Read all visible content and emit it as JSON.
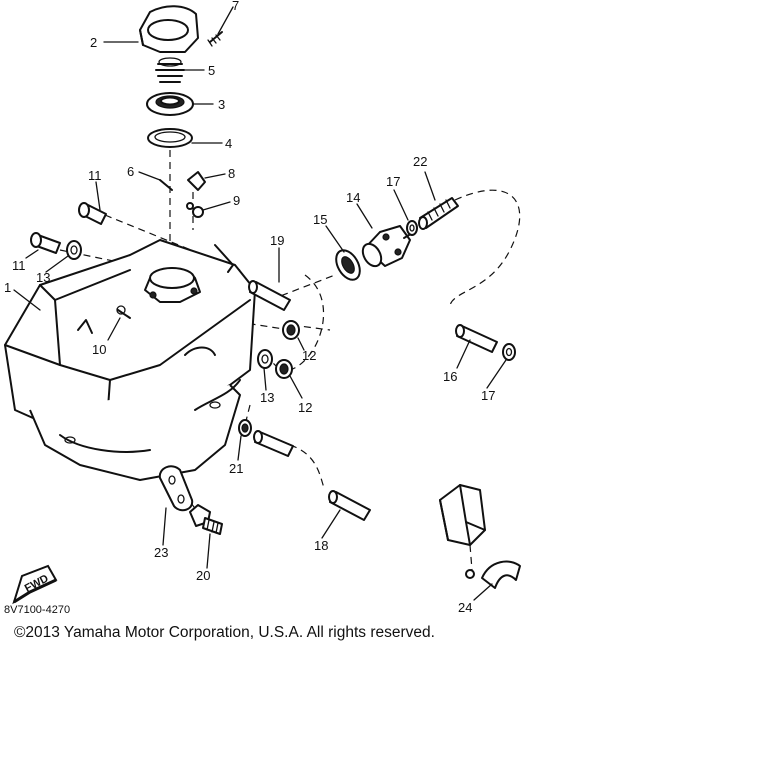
{
  "diagram": {
    "callouts": [
      "1",
      "2",
      "3",
      "4",
      "5",
      "6",
      "7",
      "8",
      "9",
      "10",
      "11",
      "11",
      "12",
      "12",
      "13",
      "13",
      "14",
      "15",
      "16",
      "17",
      "17",
      "18",
      "19",
      "20",
      "21",
      "22",
      "23",
      "24"
    ],
    "arrow_label": "FWD",
    "drawing_code": "8V7100-4270"
  },
  "footer": {
    "copyright": "©2013 Yamaha Motor Corporation, U.S.A. All rights reserved."
  }
}
